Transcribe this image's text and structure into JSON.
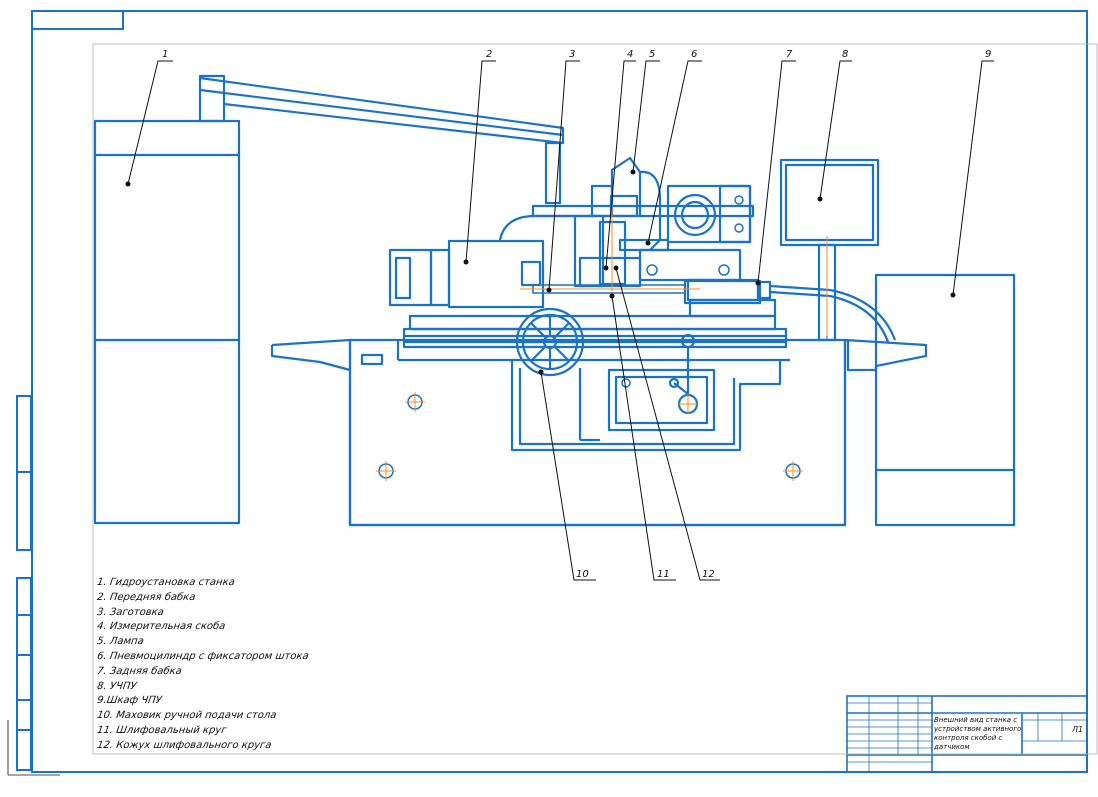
{
  "drawing": {
    "callouts": [
      "1",
      "2",
      "3",
      "4",
      "5",
      "6",
      "7",
      "8",
      "9",
      "10",
      "11",
      "12"
    ],
    "legend": [
      "1. Гидроустановка станка",
      "2. Передняя бабка",
      "3. Заготовка",
      "4. Измерительная скоба",
      "5. Лампа",
      "6. Пневмоцилиндр с фиксатором штока",
      "7. Задняя бабка",
      "8. УЧПУ",
      "9.Шкаф ЧПУ",
      "10. Маховик ручной подачи стола",
      "11. Шлифовальный круг",
      "12. Кожух шлифовального круга"
    ],
    "title_block": {
      "title": "Внешний вид станка с устройством активного контроля скобой с датчиком",
      "sheet": "Л1"
    },
    "line_color": "#1a73c9",
    "accent_color": "#ff8c1a"
  }
}
